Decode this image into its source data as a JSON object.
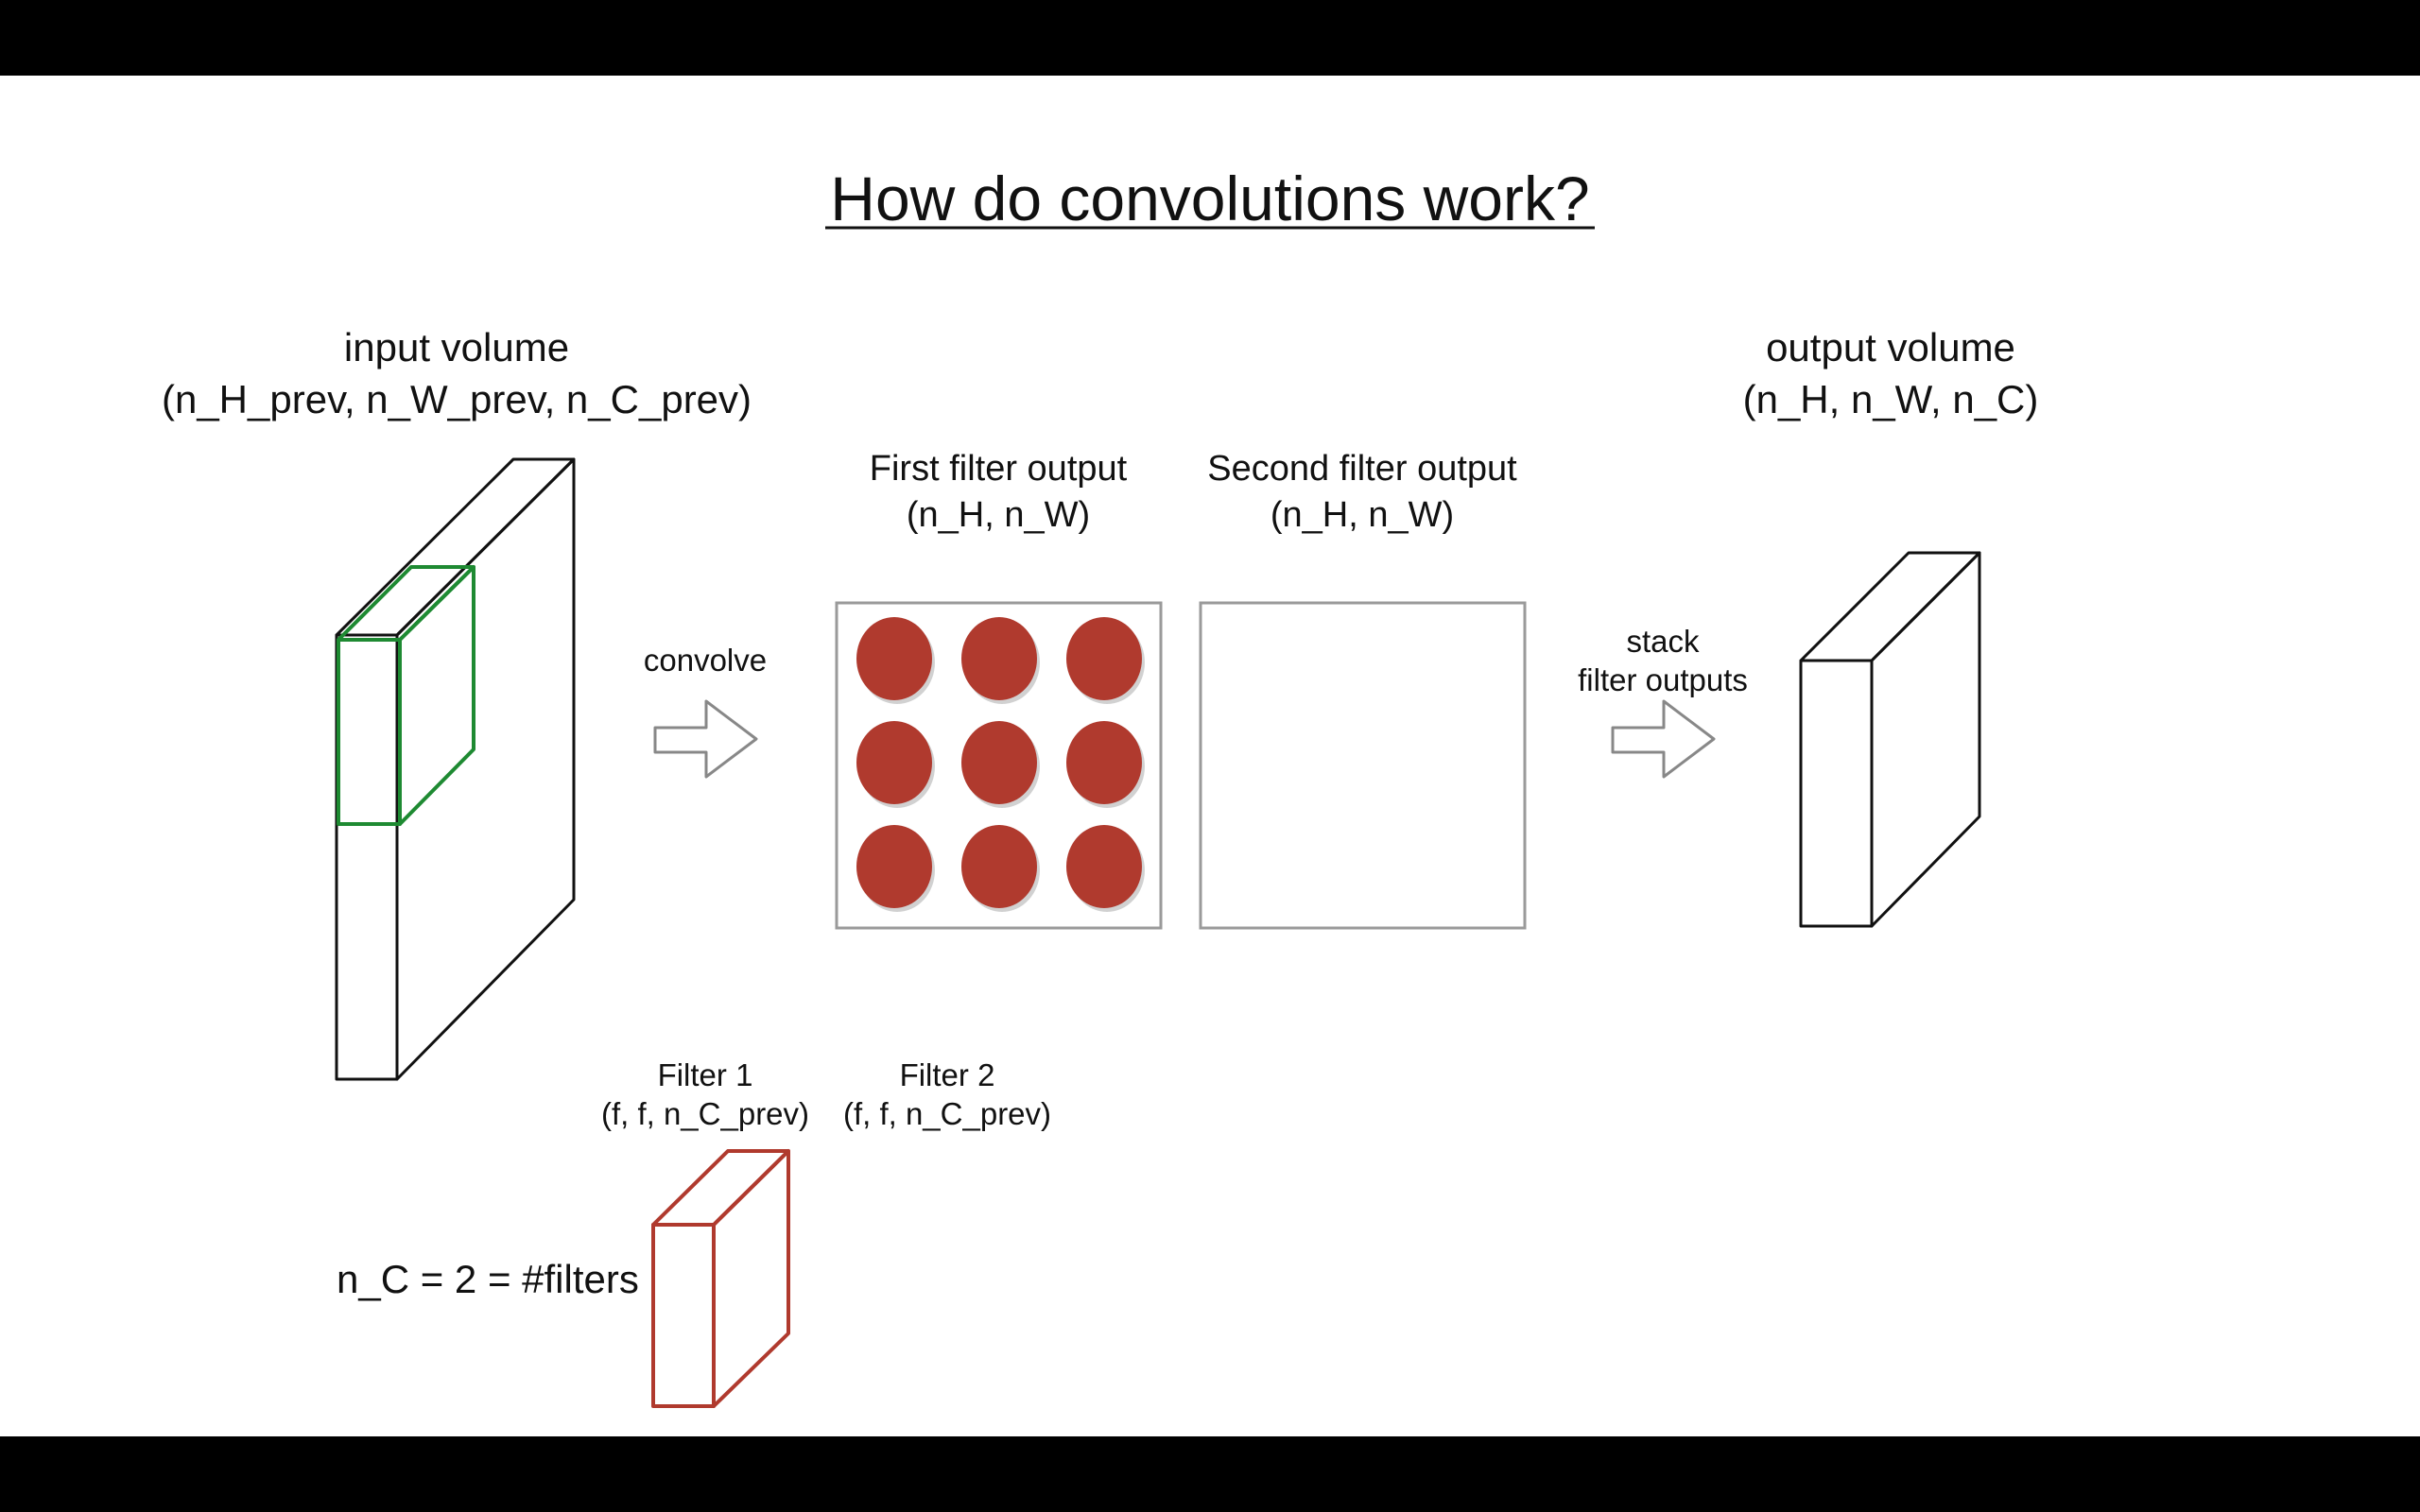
{
  "title": "How do convolutions work?",
  "input_volume": {
    "label": "input volume",
    "shape": "(n_H_prev, n_W_prev, n_C_prev)"
  },
  "convolve_label": "convolve",
  "first_filter_output": {
    "label": "First filter output",
    "shape": "(n_H, n_W)",
    "grid_rows": 3,
    "grid_cols": 3
  },
  "second_filter_output": {
    "label": "Second filter output",
    "shape": "(n_H, n_W)"
  },
  "stack_label": {
    "line1": "stack",
    "line2": "filter outputs"
  },
  "output_volume": {
    "label": "output volume",
    "shape": "(n_H, n_W, n_C)"
  },
  "filter1": {
    "label": "Filter 1",
    "shape": "(f, f, n_C_prev)"
  },
  "filter2": {
    "label": "Filter 2",
    "shape": "(f, f, n_C_prev)"
  },
  "nc_label": "n_C = 2 = #filters",
  "colors": {
    "background": "#ffffff",
    "letterbox": "#000000",
    "filter_window": "#1e8a32",
    "filter_red": "#b03a2e",
    "box_gray": "#9a9a9a",
    "arrow_gray": "#888888"
  }
}
